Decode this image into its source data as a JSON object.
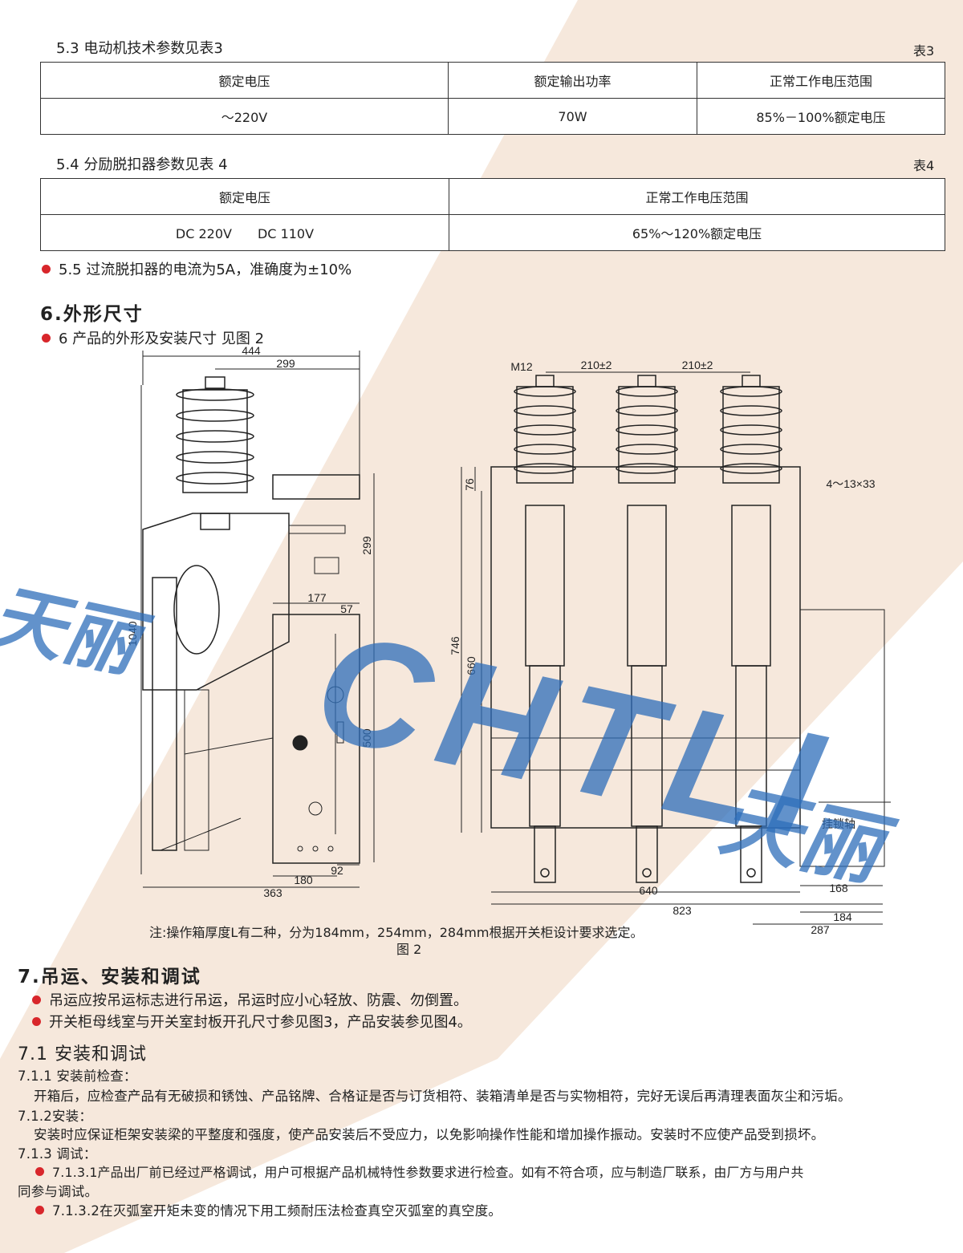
{
  "colors": {
    "accent_red": "#d8262b",
    "watermark_blue": "#2d6eb9",
    "peach_bg": "#f6e8dc"
  },
  "sec53": {
    "caption": "5.3 电动机技术参数见表3",
    "table_no": "表3",
    "headers": [
      "额定电压",
      "额定输出功率",
      "正常工作电压范围"
    ],
    "row": [
      "～220V",
      "70W",
      "85%－100%额定电压"
    ]
  },
  "sec54": {
    "caption": "5.4 分励脱扣器参数见表 4",
    "table_no": "表4",
    "headers": [
      "额定电压",
      "正常工作电压范围"
    ],
    "row": [
      "DC 220V　　DC 110V",
      "65%～120%额定电压"
    ]
  },
  "sec55": "5.5 过流脱扣器的电流为5A，准确度为±10%",
  "sec6": {
    "title": "6.外形尺寸",
    "bullet": "6 产品的外形及安装尺寸 见图 2"
  },
  "fig2": {
    "left_dims": [
      "444",
      "299",
      "299",
      "177",
      "57",
      "1040",
      "500",
      "180",
      "92",
      "363"
    ],
    "right_dims": [
      "M12",
      "210±2",
      "210±2",
      "4～13×33",
      "76",
      "746",
      "660",
      "挂锁轴",
      "640",
      "168",
      "823",
      "184",
      "287"
    ],
    "note": "注:操作箱厚度L有二种，分为184mm，254mm，284mm根据开关柜设计要求选定。",
    "caption": "图 2"
  },
  "sec7": {
    "title": "7.吊运、安装和调试",
    "bullets": [
      "吊运应按吊运标志进行吊运，吊运时应小心轻放、防震、勿倒置。",
      "开关柜母线室与开关室封板开孔尺寸参见图3，产品安装参见图4。"
    ]
  },
  "sec71": {
    "title": "7.1 安装和调试",
    "s711_title": "7.1.1 安装前检查：",
    "s711_body": "开箱后，应检查产品有无破损和锈蚀、产品铭牌、合格证是否与订货相符、装箱清单是否与实物相符，完好无误后再清理表面灰尘和污垢。",
    "s712_title": "7.1.2安装：",
    "s712_body": "安装时应保证柜架安装梁的平整度和强度，使产品安装后不受应力，以免影响操作性能和增加操作振动。安装时不应使产品受到损坏。",
    "s713_title": "7.1.3 调试：",
    "s7131_a": "7.1.3.1产品出厂前已经过严格调试，用户可根据产品机械特性参数要求进行检查。如有不符合项，应与制造厂联系，由厂方与用户共",
    "s7131_b": "同参与调试。",
    "s7132": "7.1.3.2在灭弧室开矩未变的情况下用工频耐压法检查真空灭弧室的真空度。"
  },
  "watermark": {
    "cn": "天丽",
    "en": "CHTLI",
    "cn2": "天丽"
  }
}
